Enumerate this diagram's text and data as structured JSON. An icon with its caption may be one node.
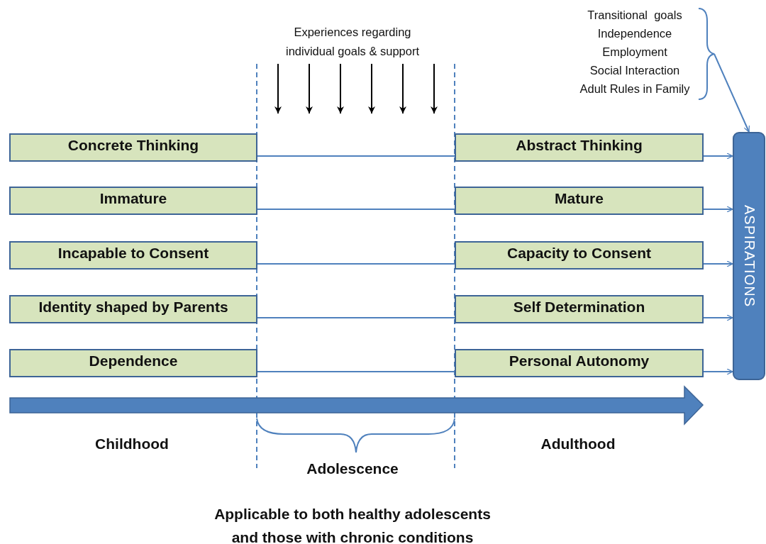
{
  "diagram": {
    "caption": "Applicable to both healthy adolescents and those with chronic conditions",
    "nodes": [
      {
        "text": [
          "Concrete Thinking"
        ]
      },
      {
        "text": [
          "Immature"
        ]
      },
      {
        "text": [
          "Incapable to Consent"
        ]
      },
      {
        "text": [
          "Identity shaped by Parents"
        ]
      },
      {
        "text": [
          "Dependence"
        ]
      },
      {
        "text": [
          "Abstract Thinking"
        ]
      },
      {
        "text": [
          "Mature"
        ]
      },
      {
        "text": [
          "Capacity to Consent"
        ]
      },
      {
        "text": [
          "Self Determination"
        ]
      },
      {
        "text": [
          "Personal Autonomy"
        ]
      },
      {
        "text": [
          "ASPIRATIONS"
        ]
      },
      {
        "text": [
          "Transitional  goals",
          "Independence",
          "Employment",
          "Social Interaction",
          "Adult Rules in Family"
        ]
      },
      {
        "text": [
          "Experiences regarding individual goals & support"
        ]
      }
    ],
    "edges": [
      {
        "from": 0,
        "to": 5,
        "arrow": "none"
      },
      {
        "from": 1,
        "to": 6,
        "arrow": "none"
      },
      {
        "from": 2,
        "to": 7,
        "arrow": "none"
      },
      {
        "from": 3,
        "to": 8,
        "arrow": "none"
      },
      {
        "from": 4,
        "to": 9,
        "arrow": "none"
      },
      {
        "from": 5,
        "to": 10,
        "arrow": "to"
      },
      {
        "from": 6,
        "to": 10,
        "arrow": "to"
      },
      {
        "from": 7,
        "to": 10,
        "arrow": "to"
      },
      {
        "from": 8,
        "to": 10,
        "arrow": "to"
      },
      {
        "from": 9,
        "to": 10,
        "arrow": "to"
      },
      {
        "from": 11,
        "to": 10,
        "arrow": "to"
      },
      {
        "from": 12,
        "to": null,
        "arrow": "to",
        "color": "#000000"
      },
      {
        "from": 12,
        "to": null,
        "arrow": "to",
        "color": "#000000"
      },
      {
        "from": 12,
        "to": null,
        "arrow": "to",
        "color": "#000000"
      },
      {
        "from": 12,
        "to": null,
        "arrow": "to",
        "color": "#000000"
      },
      {
        "from": 12,
        "to": null,
        "arrow": "to",
        "color": "#000000"
      },
      {
        "from": 12,
        "to": null,
        "arrow": "to",
        "color": "#000000"
      }
    ],
    "labels": [
      "Childhood",
      "Adulthood",
      "Adolescence"
    ]
  }
}
